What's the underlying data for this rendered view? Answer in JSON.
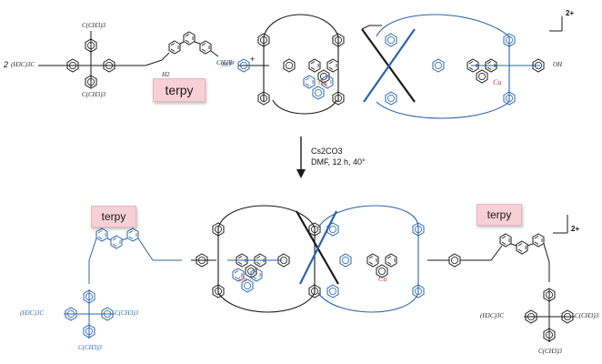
{
  "reagents": {
    "coefficient": "2",
    "plus": "+",
    "top_substituent": "C(CH3)3",
    "left_substituent": "(H3C)3C",
    "bottom_substituent": "C(CH3)3",
    "linker": "H2",
    "bromide": "CH2Br",
    "terpy_label": "terpy"
  },
  "catenane": {
    "charge": "2+",
    "left_end": "HO",
    "right_end": "OH",
    "metal": "Cu"
  },
  "conditions": {
    "line1": "Cs2CO3",
    "line2": "DMF, 12 h, 40°"
  },
  "product": {
    "terpy_left": "terpy",
    "terpy_right": "terpy",
    "charge": "2+",
    "left_top_sub": "(H3C)3C",
    "left_right_sub": "C(CH3)3",
    "left_bottom_sub": "C(CH3)3",
    "right_left_sub": "(H3C)3C",
    "right_right_sub": "C(CH3)3",
    "right_bottom_sub": "C(CH3)3",
    "metal": "Cu"
  },
  "colors": {
    "black_strand": "#1a1a1a",
    "blue_strand": "#2a64ad",
    "metal": "#d0312d",
    "terpy_box": "#f7d0d5"
  }
}
